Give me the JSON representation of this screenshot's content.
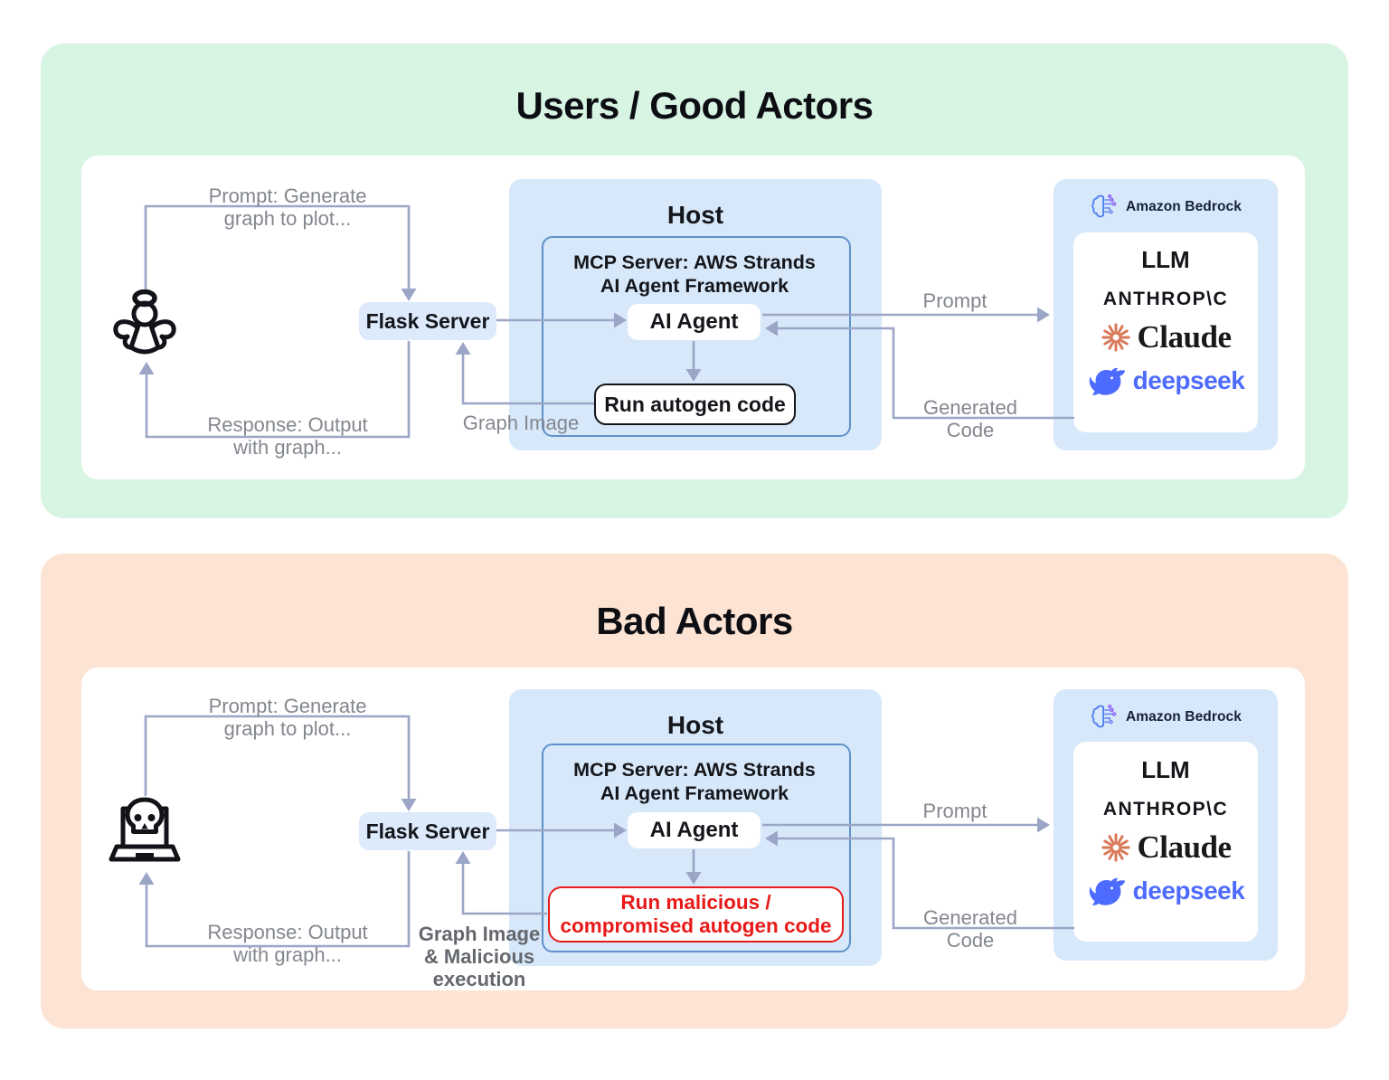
{
  "good": {
    "title": "Users / Good Actors",
    "actor_icon": "angel",
    "prompt_loop": {
      "line1": "Prompt: Generate",
      "line2": "graph to plot..."
    },
    "response_loop": {
      "line1": "Response: Output",
      "line2": "with graph..."
    },
    "flask_label": "Flask Server",
    "host_title": "Host",
    "mcp_title": {
      "line1": "MCP Server: AWS Strands",
      "line2": "AI Agent Framework"
    },
    "agent_label": "AI Agent",
    "run_label": "Run autogen code",
    "graph_image_label": "Graph Image",
    "prompt_arrow_label": "Prompt",
    "generated_code_label": {
      "line1": "Generated",
      "line2": "Code"
    },
    "bedrock": {
      "brand": "Amazon Bedrock",
      "llm": "LLM",
      "anthropic": "ANTHROP\\C",
      "claude": "Claude",
      "deepseek": "deepseek"
    }
  },
  "bad": {
    "title": "Bad Actors",
    "actor_icon": "skull-laptop",
    "prompt_loop": {
      "line1": "Prompt: Generate",
      "line2": "graph to plot..."
    },
    "response_loop": {
      "line1": "Response: Output",
      "line2": "with graph..."
    },
    "flask_label": "Flask Server",
    "host_title": "Host",
    "mcp_title": {
      "line1": "MCP Server: AWS Strands",
      "line2": "AI Agent Framework"
    },
    "agent_label": "AI Agent",
    "run_label": {
      "line1": "Run malicious /",
      "line2": "compromised autogen code"
    },
    "graph_image_label": {
      "line1": "Graph Image",
      "line2": "& Malicious",
      "line3": "execution"
    },
    "prompt_arrow_label": "Prompt",
    "generated_code_label": {
      "line1": "Generated",
      "line2": "Code"
    },
    "bedrock": {
      "brand": "Amazon Bedrock",
      "llm": "LLM",
      "anthropic": "ANTHROP\\C",
      "claude": "Claude",
      "deepseek": "deepseek"
    }
  },
  "colors": {
    "good_panel_bg": "#d8f4e3",
    "bad_panel_bg": "#fce3d3",
    "host_bg": "#d6e8fa",
    "flask_bg": "#dceafc",
    "mcp_border": "#6090ca",
    "connector": "#9ba6c7",
    "label_gray": "#83878e",
    "label_gray_bold": "#65686e",
    "alert_red": "#e81918",
    "claude_orange": "#d97757",
    "deepseek_blue": "#4d6bfe",
    "text_dark": "#13141a"
  }
}
